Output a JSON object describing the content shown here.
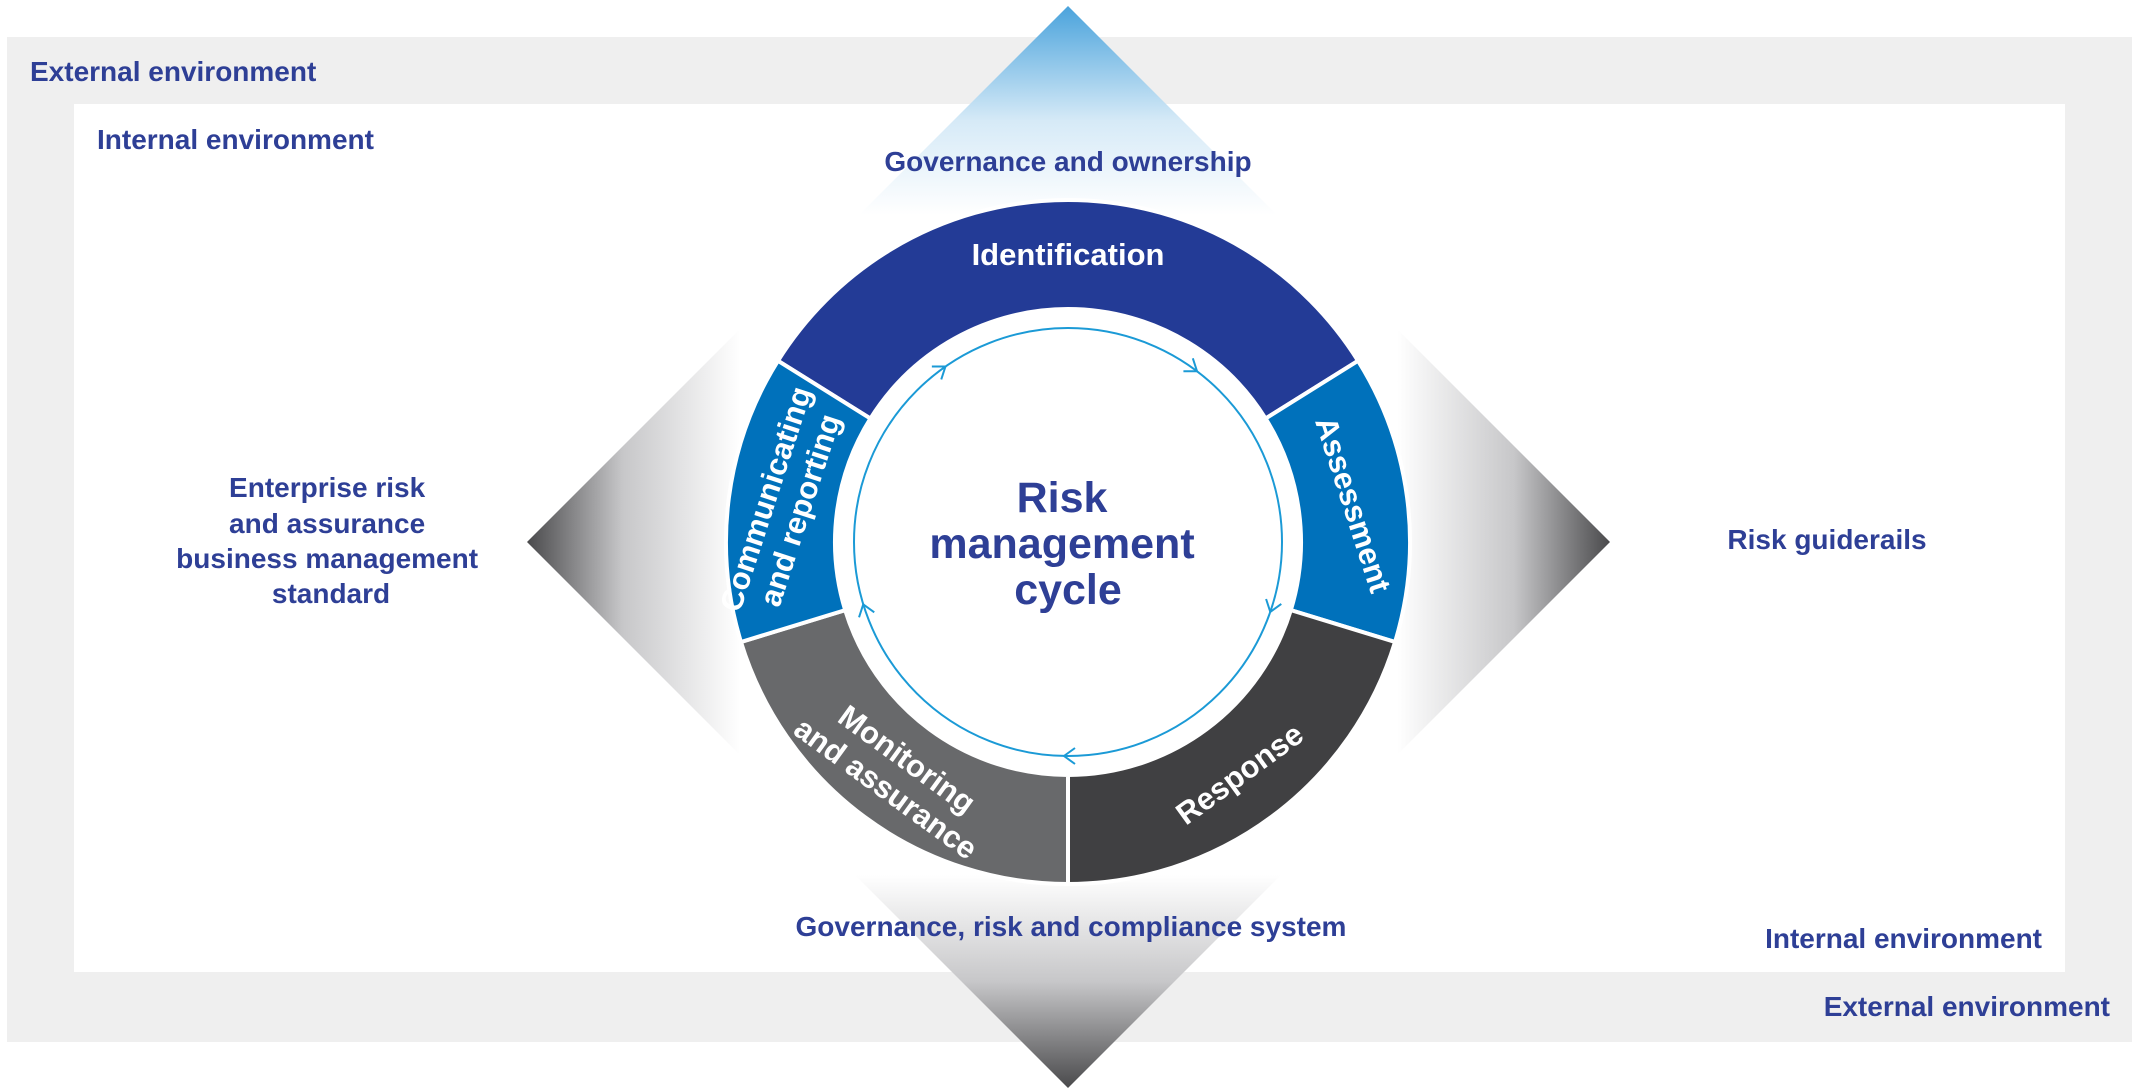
{
  "labels": {
    "external_top": "External environment",
    "internal_top": "Internal environment",
    "internal_bottom": "Internal environment",
    "external_bottom": "External environment",
    "governance_top": "Governance and ownership",
    "governance_bottom": "Governance, risk and compliance system",
    "enterprise_lines": [
      "Enterprise risk",
      "and assurance",
      "business management",
      "standard"
    ],
    "risk_guiderails": "Risk guiderails"
  },
  "cycle": {
    "center_lines": [
      "Risk",
      "management",
      "cycle"
    ],
    "segments": [
      {
        "lines": [
          "Identification"
        ],
        "color": "#233b96"
      },
      {
        "lines": [
          "Assessment"
        ],
        "color": "#0071bb"
      },
      {
        "lines": [
          "Response"
        ],
        "color": "#404042"
      },
      {
        "lines": [
          "Monitoring",
          "and assurance"
        ],
        "color": "#68696b"
      },
      {
        "lines": [
          "Communicating",
          "and reporting"
        ],
        "color": "#0071bb"
      }
    ]
  },
  "colors": {
    "text": "#2e3f96",
    "outer_frame": "#efefef",
    "arrow_blue": "#4aa3dc",
    "arrow_grey": "#4a4a4c",
    "inner_arrow": "#1b9ad6"
  }
}
